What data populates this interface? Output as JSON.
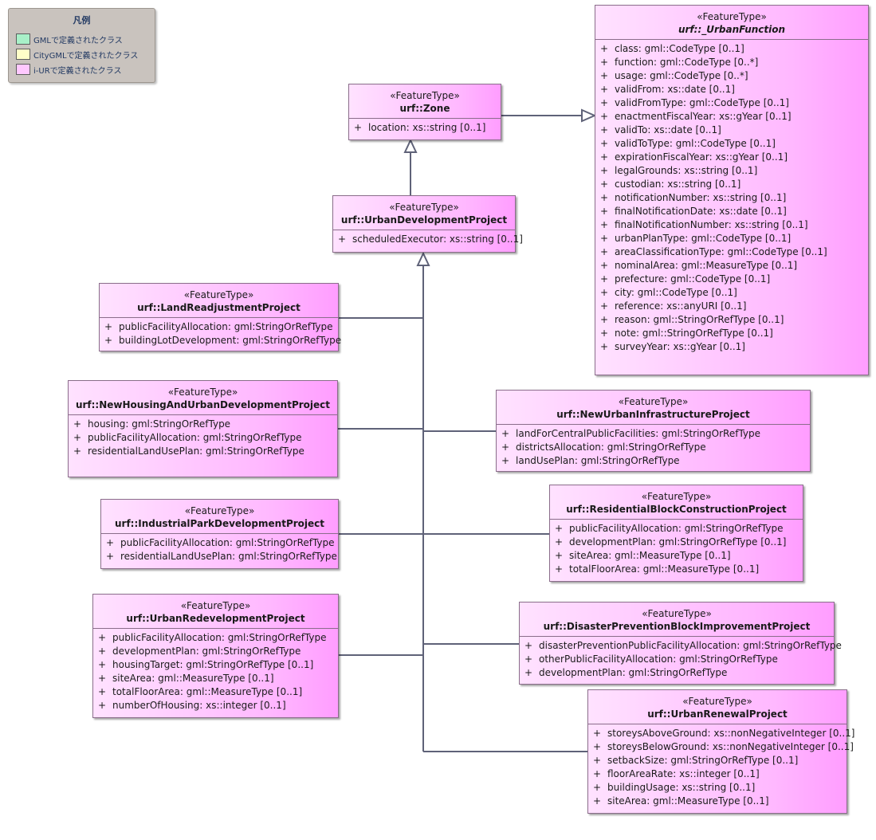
{
  "legend": {
    "title": "凡例",
    "items": [
      {
        "label": "GMLで定義されたクラス",
        "color": "#a8f0c8"
      },
      {
        "label": "CityGMLで定義されたクラス",
        "color": "#ffffc8"
      },
      {
        "label": "i-URで定義されたクラス",
        "color": "#ffc8ff"
      }
    ]
  },
  "classes": [
    {
      "key": "zone",
      "stereotype": "«FeatureType»",
      "name": "urf::Zone",
      "attrs": [
        [
          "location:",
          " xs::string [0..1]"
        ]
      ]
    },
    {
      "key": "udp",
      "stereotype": "«FeatureType»",
      "name": "urf::UrbanDevelopmentProject",
      "attrs": [
        [
          "scheduledExecutor:",
          " xs::string [0..1]"
        ]
      ]
    },
    {
      "key": "uf",
      "stereotype": "«FeatureType»",
      "name": "urf::_UrbanFunction",
      "italic": true,
      "attrs": [
        [
          "class:",
          " gml::CodeType [0..1]"
        ],
        [
          "function:",
          " gml::CodeType [0..*]"
        ],
        [
          "usage:",
          " gml::CodeType [0..*]"
        ],
        [
          "validFrom:",
          " xs::date [0..1]"
        ],
        [
          "validFromType:",
          " gml::CodeType [0..1]"
        ],
        [
          "enactmentFiscalYear:",
          " xs::gYear [0..1]"
        ],
        [
          "validTo:",
          " xs::date [0..1]"
        ],
        [
          "validToType:",
          " gml::CodeType [0..1]"
        ],
        [
          "expirationFiscalYear:",
          " xs::gYear [0..1]"
        ],
        [
          "legalGrounds:",
          " xs::string [0..1]"
        ],
        [
          "custodian:",
          " xs::string [0..1]"
        ],
        [
          "notificationNumber:",
          " xs::string [0..1]"
        ],
        [
          "finalNotificationDate:",
          " xs::date [0..1]"
        ],
        [
          "finalNotificationNumber:",
          " xs::string [0..1]"
        ],
        [
          "urbanPlanType:",
          " gml::CodeType [0..1]"
        ],
        [
          "areaClassificationType:",
          " gml::CodeType [0..1]"
        ],
        [
          "nominalArea:",
          " gml::MeasureType [0..1]"
        ],
        [
          "prefecture:",
          " gml::CodeType [0..1]"
        ],
        [
          "city:",
          " gml::CodeType [0..1]"
        ],
        [
          "reference:",
          " xs::anyURI [0..1]"
        ],
        [
          "reason:",
          " gml::StringOrRefType [0..1]"
        ],
        [
          "note:",
          " gml::StringOrRefType [0..1]"
        ],
        [
          "surveyYear:",
          " xs::gYear [0..1]"
        ]
      ]
    },
    {
      "key": "lrp",
      "stereotype": "«FeatureType»",
      "name": "urf::LandReadjustmentProject",
      "attrs": [
        [
          "publicFacilityAllocation:",
          " gml:StringOrRefType"
        ],
        [
          "buildingLotDevelopment:",
          " gml:StringOrRefType"
        ]
      ]
    },
    {
      "key": "nhud",
      "stereotype": "«FeatureType»",
      "name": "urf::NewHousingAndUrbanDevelopmentProject",
      "attrs": [
        [
          "housing:",
          " gml:StringOrRefType"
        ],
        [
          "publicFacilityAllocation:",
          " gml:StringOrRefType"
        ],
        [
          "residentialLandUsePlan:",
          " gml:StringOrRefType"
        ]
      ]
    },
    {
      "key": "ipd",
      "stereotype": "«FeatureType»",
      "name": "urf::IndustrialParkDevelopmentProject",
      "attrs": [
        [
          "publicFacilityAllocation:",
          " gml:StringOrRefType"
        ],
        [
          "residentialLandUsePlan:",
          " gml:StringOrRefType"
        ]
      ]
    },
    {
      "key": "urd",
      "stereotype": "«FeatureType»",
      "name": "urf::UrbanRedevelopmentProject",
      "attrs": [
        [
          "publicFacilityAllocation:",
          " gml:StringOrRefType"
        ],
        [
          "developmentPlan:",
          " gml:StringOrRefType"
        ],
        [
          "housingTarget:",
          " gml:StringOrRefType [0..1]"
        ],
        [
          "siteArea:",
          " gml::MeasureType [0..1]"
        ],
        [
          "totalFloorArea:",
          " gml::MeasureType [0..1]"
        ],
        [
          "numberOfHousing:",
          " xs::integer [0..1]"
        ]
      ]
    },
    {
      "key": "nuip",
      "stereotype": "«FeatureType»",
      "name": "urf::NewUrbanInfrastructureProject",
      "attrs": [
        [
          "landForCentralPublicFacilities:",
          " gml:StringOrRefType"
        ],
        [
          "districtsAllocation:",
          " gml:StringOrRefType"
        ],
        [
          "landUsePlan:",
          " gml:StringOrRefType"
        ]
      ]
    },
    {
      "key": "rbcp",
      "stereotype": "«FeatureType»",
      "name": "urf::ResidentialBlockConstructionProject",
      "attrs": [
        [
          "publicFacilityAllocation:",
          " gml:StringOrRefType"
        ],
        [
          "developmentPlan:",
          " gml:StringOrRefType [0..1]"
        ],
        [
          "siteArea:",
          " gml::MeasureType [0..1]"
        ],
        [
          "totalFloorArea:",
          " gml::MeasureType [0..1]"
        ]
      ]
    },
    {
      "key": "dpbi",
      "stereotype": "«FeatureType»",
      "name": "urf::DisasterPreventionBlockImprovementProject",
      "attrs": [
        [
          "disasterPreventionPublicFacilityAllocation:",
          " gml:StringOrRefType"
        ],
        [
          "otherPublicFacilityAllocation:",
          " gml:StringOrRefType"
        ],
        [
          "developmentPlan:",
          " gml:StringOrRefType"
        ]
      ]
    },
    {
      "key": "urp",
      "stereotype": "«FeatureType»",
      "name": "urf::UrbanRenewalProject",
      "attrs": [
        [
          "storeysAboveGround:",
          " xs::nonNegativeInteger [0..1]"
        ],
        [
          "storeysBelowGround:",
          " xs::nonNegativeInteger [0..1]"
        ],
        [
          "setbackSize:",
          " gml:StringOrRefType [0..1]"
        ],
        [
          "floorAreaRate:",
          " xs::integer [0..1]"
        ],
        [
          "buildingUsage:",
          " xs::string [0..1]"
        ],
        [
          "siteArea:",
          " gml::MeasureType [0..1]"
        ]
      ]
    }
  ]
}
